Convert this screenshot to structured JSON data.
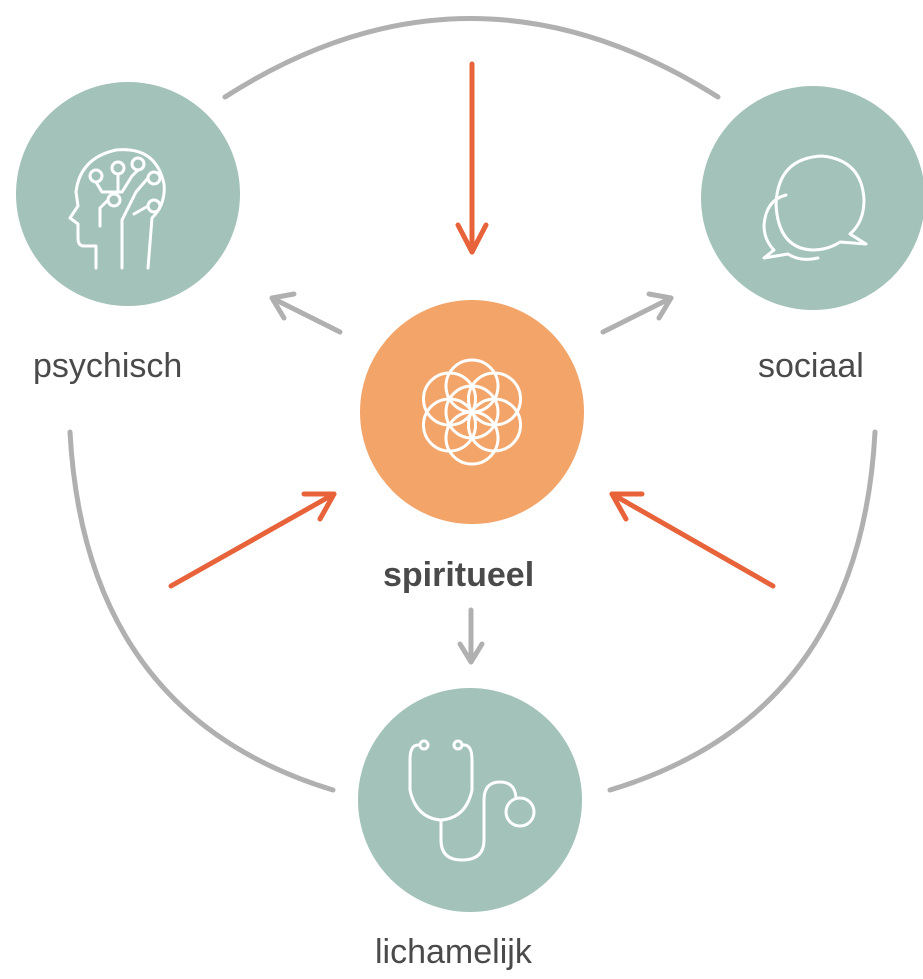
{
  "nodes": {
    "psychisch": {
      "label": "psychisch",
      "icon": "brain-circuit-icon"
    },
    "sociaal": {
      "label": "sociaal",
      "icon": "speech-bubbles-icon"
    },
    "spiritueel": {
      "label": "spiritueel",
      "icon": "flower-of-life-icon"
    },
    "lichamelijk": {
      "label": "lichamelijk",
      "icon": "stethoscope-icon"
    }
  },
  "colors": {
    "teal_node": "#a3c2b9",
    "center_node": "#f3a469",
    "orange_arrow": "#e8633a",
    "gray_line": "#b0b0b0",
    "text": "#4a4a4a",
    "icon_stroke": "#ffffff"
  }
}
